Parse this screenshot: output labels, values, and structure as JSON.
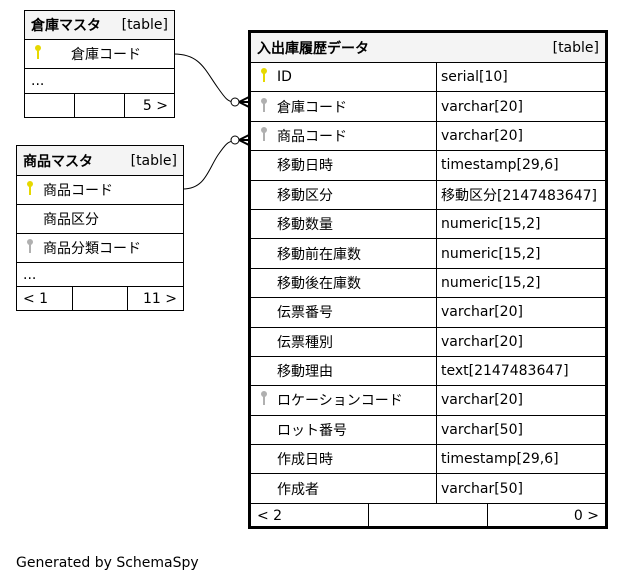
{
  "tables": {
    "warehouse": {
      "name": "倉庫マスタ",
      "kind": "[table]",
      "columns": [
        {
          "name": "倉庫コード",
          "key": "primary"
        }
      ],
      "ellipsis": "...",
      "footer": [
        "",
        "",
        "5 >"
      ]
    },
    "product": {
      "name": "商品マスタ",
      "kind": "[table]",
      "columns": [
        {
          "name": "商品コード",
          "key": "primary"
        },
        {
          "name": "商品区分",
          "key": ""
        },
        {
          "name": "商品分類コード",
          "key": "foreign"
        }
      ],
      "ellipsis": "...",
      "footer": [
        "< 1",
        "",
        "11 >"
      ]
    },
    "history": {
      "name": "入出庫履歴データ",
      "kind": "[table]",
      "columns": [
        {
          "name": "ID",
          "type": "serial[10]",
          "key": "primary"
        },
        {
          "name": "倉庫コード",
          "type": "varchar[20]",
          "key": "foreign"
        },
        {
          "name": "商品コード",
          "type": "varchar[20]",
          "key": "foreign"
        },
        {
          "name": "移動日時",
          "type": "timestamp[29,6]",
          "key": ""
        },
        {
          "name": "移動区分",
          "type": "移動区分[2147483647]",
          "key": ""
        },
        {
          "name": "移動数量",
          "type": "numeric[15,2]",
          "key": ""
        },
        {
          "name": "移動前在庫数",
          "type": "numeric[15,2]",
          "key": ""
        },
        {
          "name": "移動後在庫数",
          "type": "numeric[15,2]",
          "key": ""
        },
        {
          "name": "伝票番号",
          "type": "varchar[20]",
          "key": ""
        },
        {
          "name": "伝票種別",
          "type": "varchar[20]",
          "key": ""
        },
        {
          "name": "移動理由",
          "type": "text[2147483647]",
          "key": ""
        },
        {
          "name": "ロケーションコード",
          "type": "varchar[20]",
          "key": "foreign"
        },
        {
          "name": "ロット番号",
          "type": "varchar[50]",
          "key": ""
        },
        {
          "name": "作成日時",
          "type": "timestamp[29,6]",
          "key": ""
        },
        {
          "name": "作成者",
          "type": "varchar[50]",
          "key": ""
        }
      ],
      "footer": [
        "< 2",
        "",
        "0 >"
      ]
    }
  },
  "colors": {
    "primary_key": "#e6d800",
    "foreign_key": "#b0b0b0"
  },
  "generated_by": "Generated by SchemaSpy"
}
